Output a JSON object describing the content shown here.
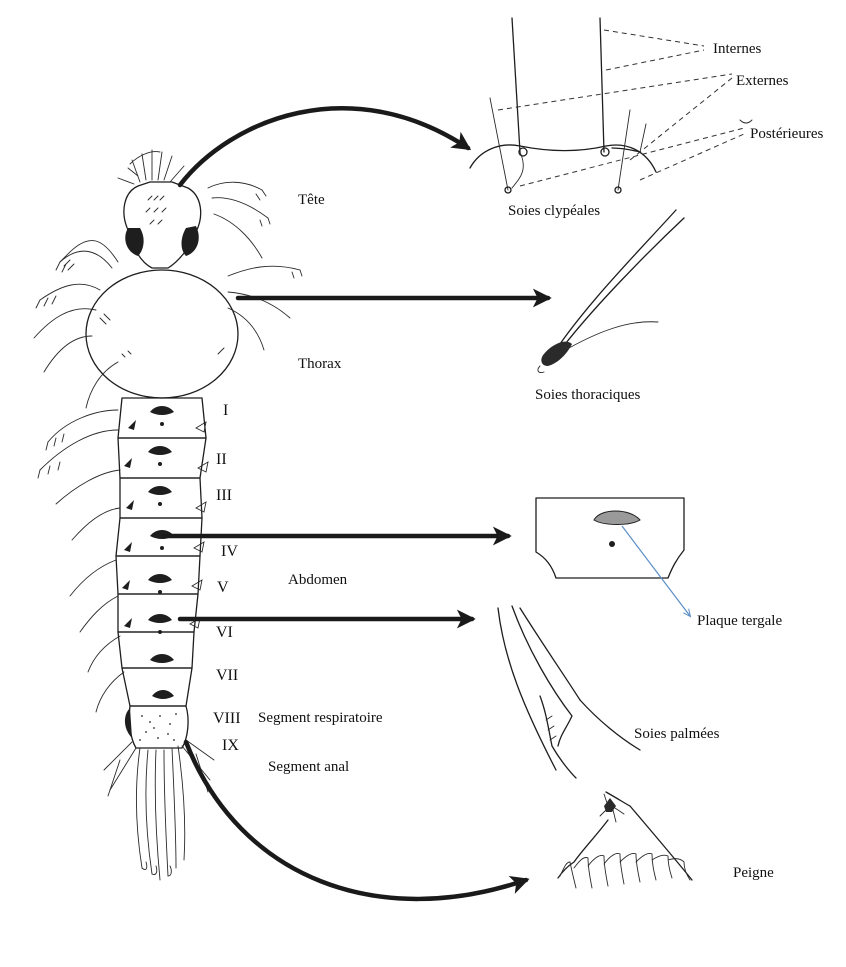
{
  "labels": {
    "tete": "Tête",
    "thorax": "Thorax",
    "abdomen": "Abdomen",
    "segment_respiratoire": "Segment respiratoire",
    "segment_anal": "Segment  anal",
    "soies_clypeales": "Soies clypéales",
    "internes": "Internes",
    "externes": "Externes",
    "posterieures": "Postérieures",
    "soies_thoraciques": "Soies thoraciques",
    "plaque_tergale": "Plaque tergale",
    "soies_palmees": "Soies palmées",
    "peigne": "Peigne"
  },
  "segments": [
    "I",
    "II",
    "III",
    "IV",
    "V",
    "VI",
    "VII",
    "VIII",
    "IX"
  ],
  "colors": {
    "ink": "#1e1e1e",
    "pointer_line": "#5b8fc7",
    "background": "#ffffff"
  }
}
